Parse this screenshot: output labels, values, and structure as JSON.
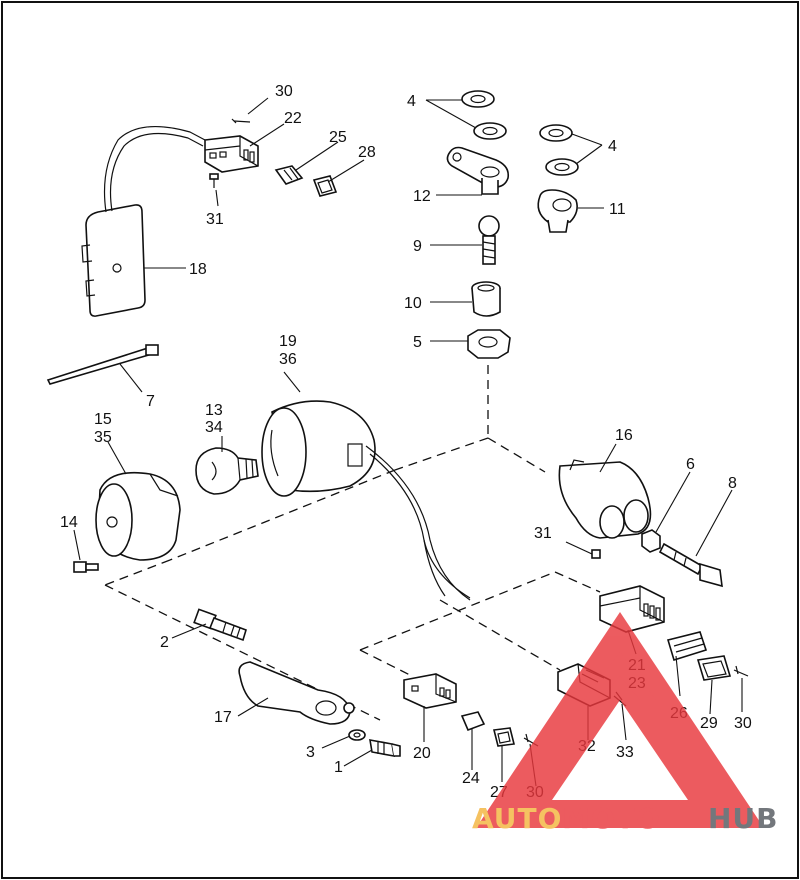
{
  "diagram": {
    "callouts": {
      "c30a": "30",
      "c22": "22",
      "c25": "25",
      "c28": "28",
      "c31a": "31",
      "c18": "18",
      "c4a": "4",
      "c4b": "4",
      "c12": "12",
      "c11": "11",
      "c9": "9",
      "c10": "10",
      "c5": "5",
      "c19": "19",
      "c36": "36",
      "c7": "7",
      "c13": "13",
      "c34": "34",
      "c15": "15",
      "c35": "35",
      "c16": "16",
      "c6": "6",
      "c8": "8",
      "c14": "14",
      "c31b": "31",
      "c2": "2",
      "c21": "21",
      "c23": "23",
      "c26": "26",
      "c29": "29",
      "c30b": "30",
      "c17": "17",
      "c32": "32",
      "c33": "33",
      "c3": "3",
      "c1": "1",
      "c20": "20",
      "c24": "24",
      "c27": "27",
      "c30c": "30"
    }
  },
  "watermark": {
    "word_auto": "AUTO",
    "word_moto": "MOTO",
    "word_hub": "HUB",
    "colors": {
      "triangle": "#e8383d",
      "auto": "#f4b53f",
      "moto": "#e8383d",
      "hub": "#555a60"
    }
  }
}
